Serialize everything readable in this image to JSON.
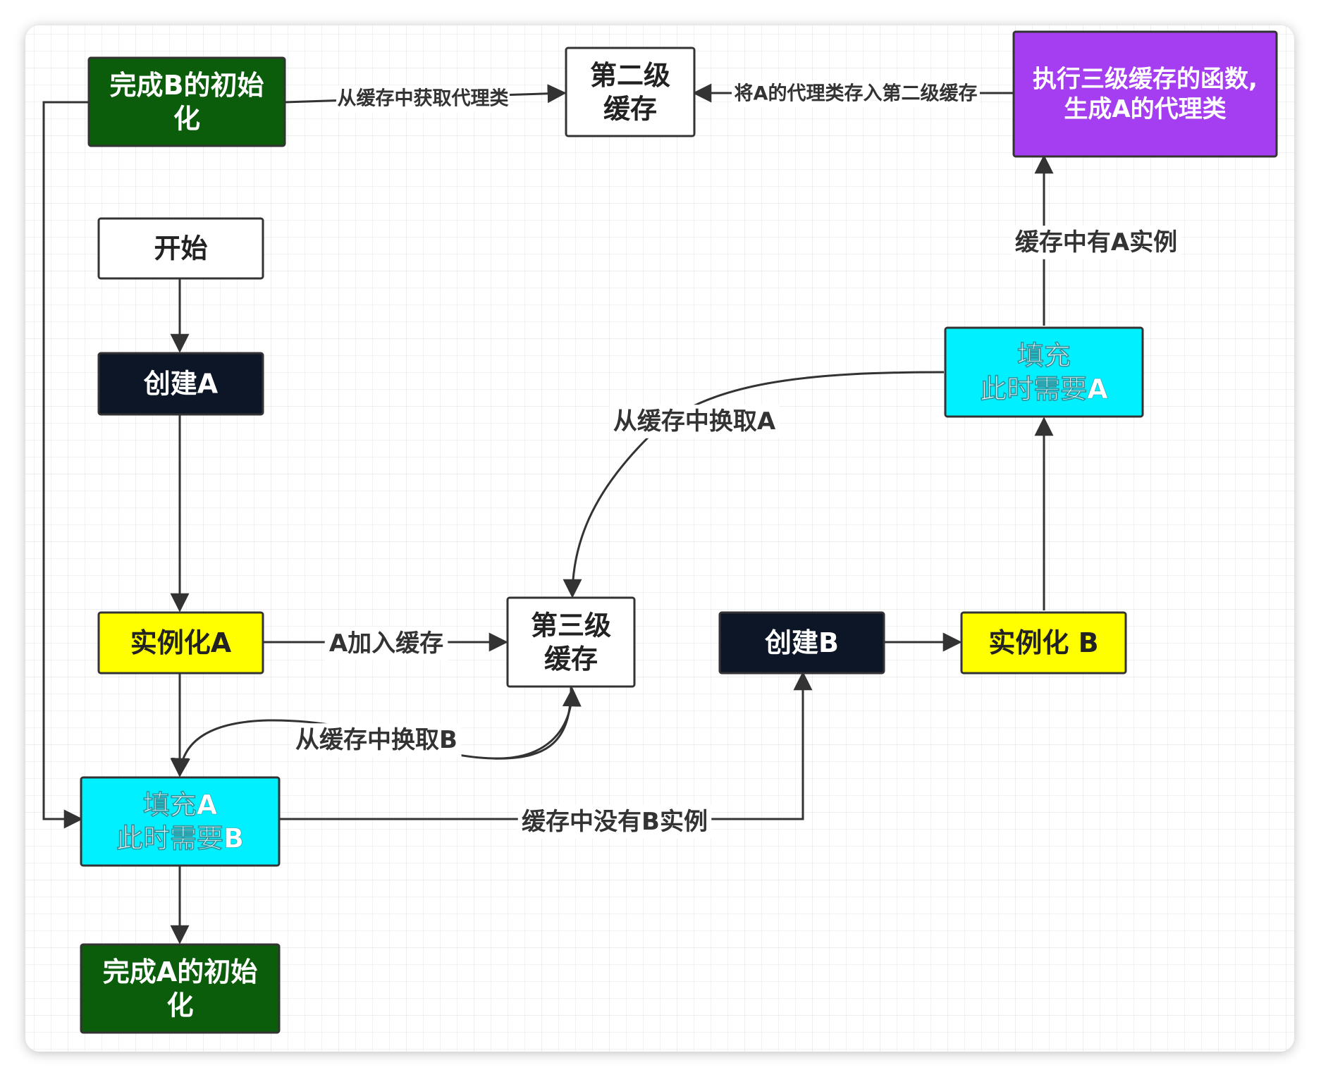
{
  "nodes": {
    "finishB": {
      "text": [
        "完成B的初始",
        "化"
      ],
      "fill": "#0b5c0b",
      "color": "#ffffff"
    },
    "secondCache": {
      "text": [
        "第二级",
        "缓存"
      ],
      "fill": "#ffffff",
      "color": "#222222"
    },
    "execThird": {
      "text": [
        "执行三级缓存的函数,",
        "生成A的代理类"
      ],
      "fill": "#a43ef0",
      "color": "#ffffff"
    },
    "start": {
      "text": [
        "开始"
      ],
      "fill": "#ffffff",
      "color": "#222222"
    },
    "createA": {
      "text": [
        "创建A"
      ],
      "fill": "#0d1626",
      "color": "#ffffff"
    },
    "fillA_needA": {
      "text": [
        "填充",
        "此时需要A"
      ],
      "fill": "#00f0ff",
      "color": "#ffffff"
    },
    "instA": {
      "text": [
        "实例化A"
      ],
      "fill": "#ffff00",
      "color": "#222222"
    },
    "thirdCache": {
      "text": [
        "第三级",
        "缓存"
      ],
      "fill": "#ffffff",
      "color": "#222222"
    },
    "createB": {
      "text": [
        "创建B"
      ],
      "fill": "#0d1626",
      "color": "#ffffff"
    },
    "instB": {
      "text": [
        "实例化 B"
      ],
      "fill": "#ffff00",
      "color": "#222222"
    },
    "fillA_needB": {
      "text": [
        "填充A",
        "此时需要B"
      ],
      "fill": "#00f0ff",
      "color": "#ffffff"
    },
    "finishA": {
      "text": [
        "完成A的初始",
        "化"
      ],
      "fill": "#0b5c0b",
      "color": "#ffffff"
    }
  },
  "edge_labels": {
    "getProxy": "从缓存中获取代理类",
    "storeProxy": "将A的代理类存入第二级缓存",
    "hasA": "缓存中有A实例",
    "swapA": "从缓存中换取A",
    "addCache": "A加入缓存",
    "swapB": "从缓存中换取B",
    "noB": "缓存中没有B实例"
  }
}
